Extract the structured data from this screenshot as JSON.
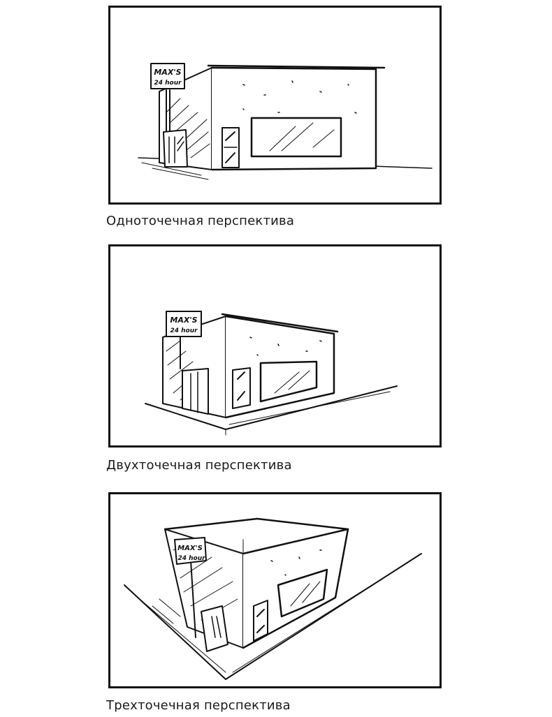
{
  "figures": [
    {
      "id": "one-point",
      "caption": "Одноточечная перспектива",
      "sign": {
        "line1": "MAX'S",
        "line2": "24 hour"
      }
    },
    {
      "id": "two-point",
      "caption": "Двухточечная перспектива",
      "sign": {
        "line1": "MAX'S",
        "line2": "24 hour"
      }
    },
    {
      "id": "three-point",
      "caption": "Трехточечная перспектива",
      "sign": {
        "line1": "MAX'S",
        "line2": "24 hour"
      }
    }
  ]
}
